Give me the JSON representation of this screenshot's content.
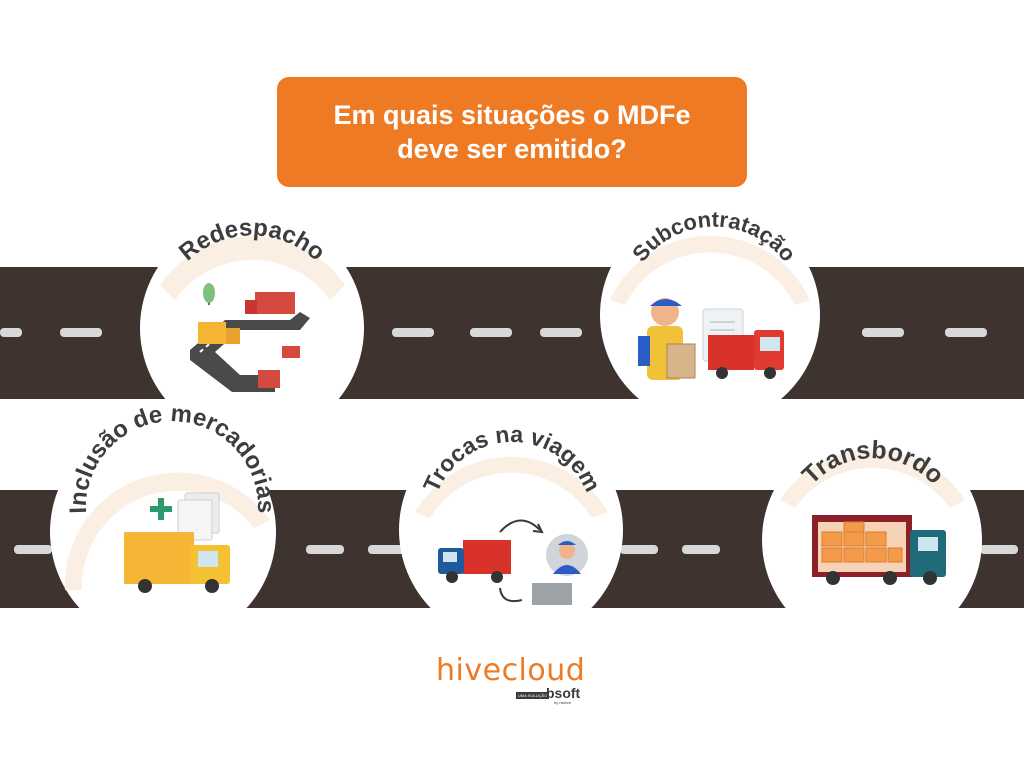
{
  "title": {
    "line1": "Em quais situações o MDFe",
    "line2": "deve ser emitido?"
  },
  "badges": [
    {
      "label": "Redespacho",
      "icon": "road-trucks-icon"
    },
    {
      "label": "Subcontratação",
      "icon": "worker-document-truck-icon"
    },
    {
      "label": "Inclusão de mercadorias",
      "icon": "add-cargo-truck-icon"
    },
    {
      "label": "Trocas na viagem",
      "icon": "swap-truck-driver-icon"
    },
    {
      "label": "Transbordo",
      "icon": "cargo-boxes-truck-icon"
    }
  ],
  "footer": {
    "brand_part1": "hive",
    "brand_part2": "cloud",
    "partner_tag": "UMA SOLUÇÃO",
    "partner_brand": "bsoft",
    "partner_by": "by nstech"
  },
  "colors": {
    "accent": "#ee7a24",
    "road": "#3f3330",
    "lane_marking": "#d8d8d8",
    "badge_fill": "#ffffff",
    "label_band": "#fbeee2"
  }
}
